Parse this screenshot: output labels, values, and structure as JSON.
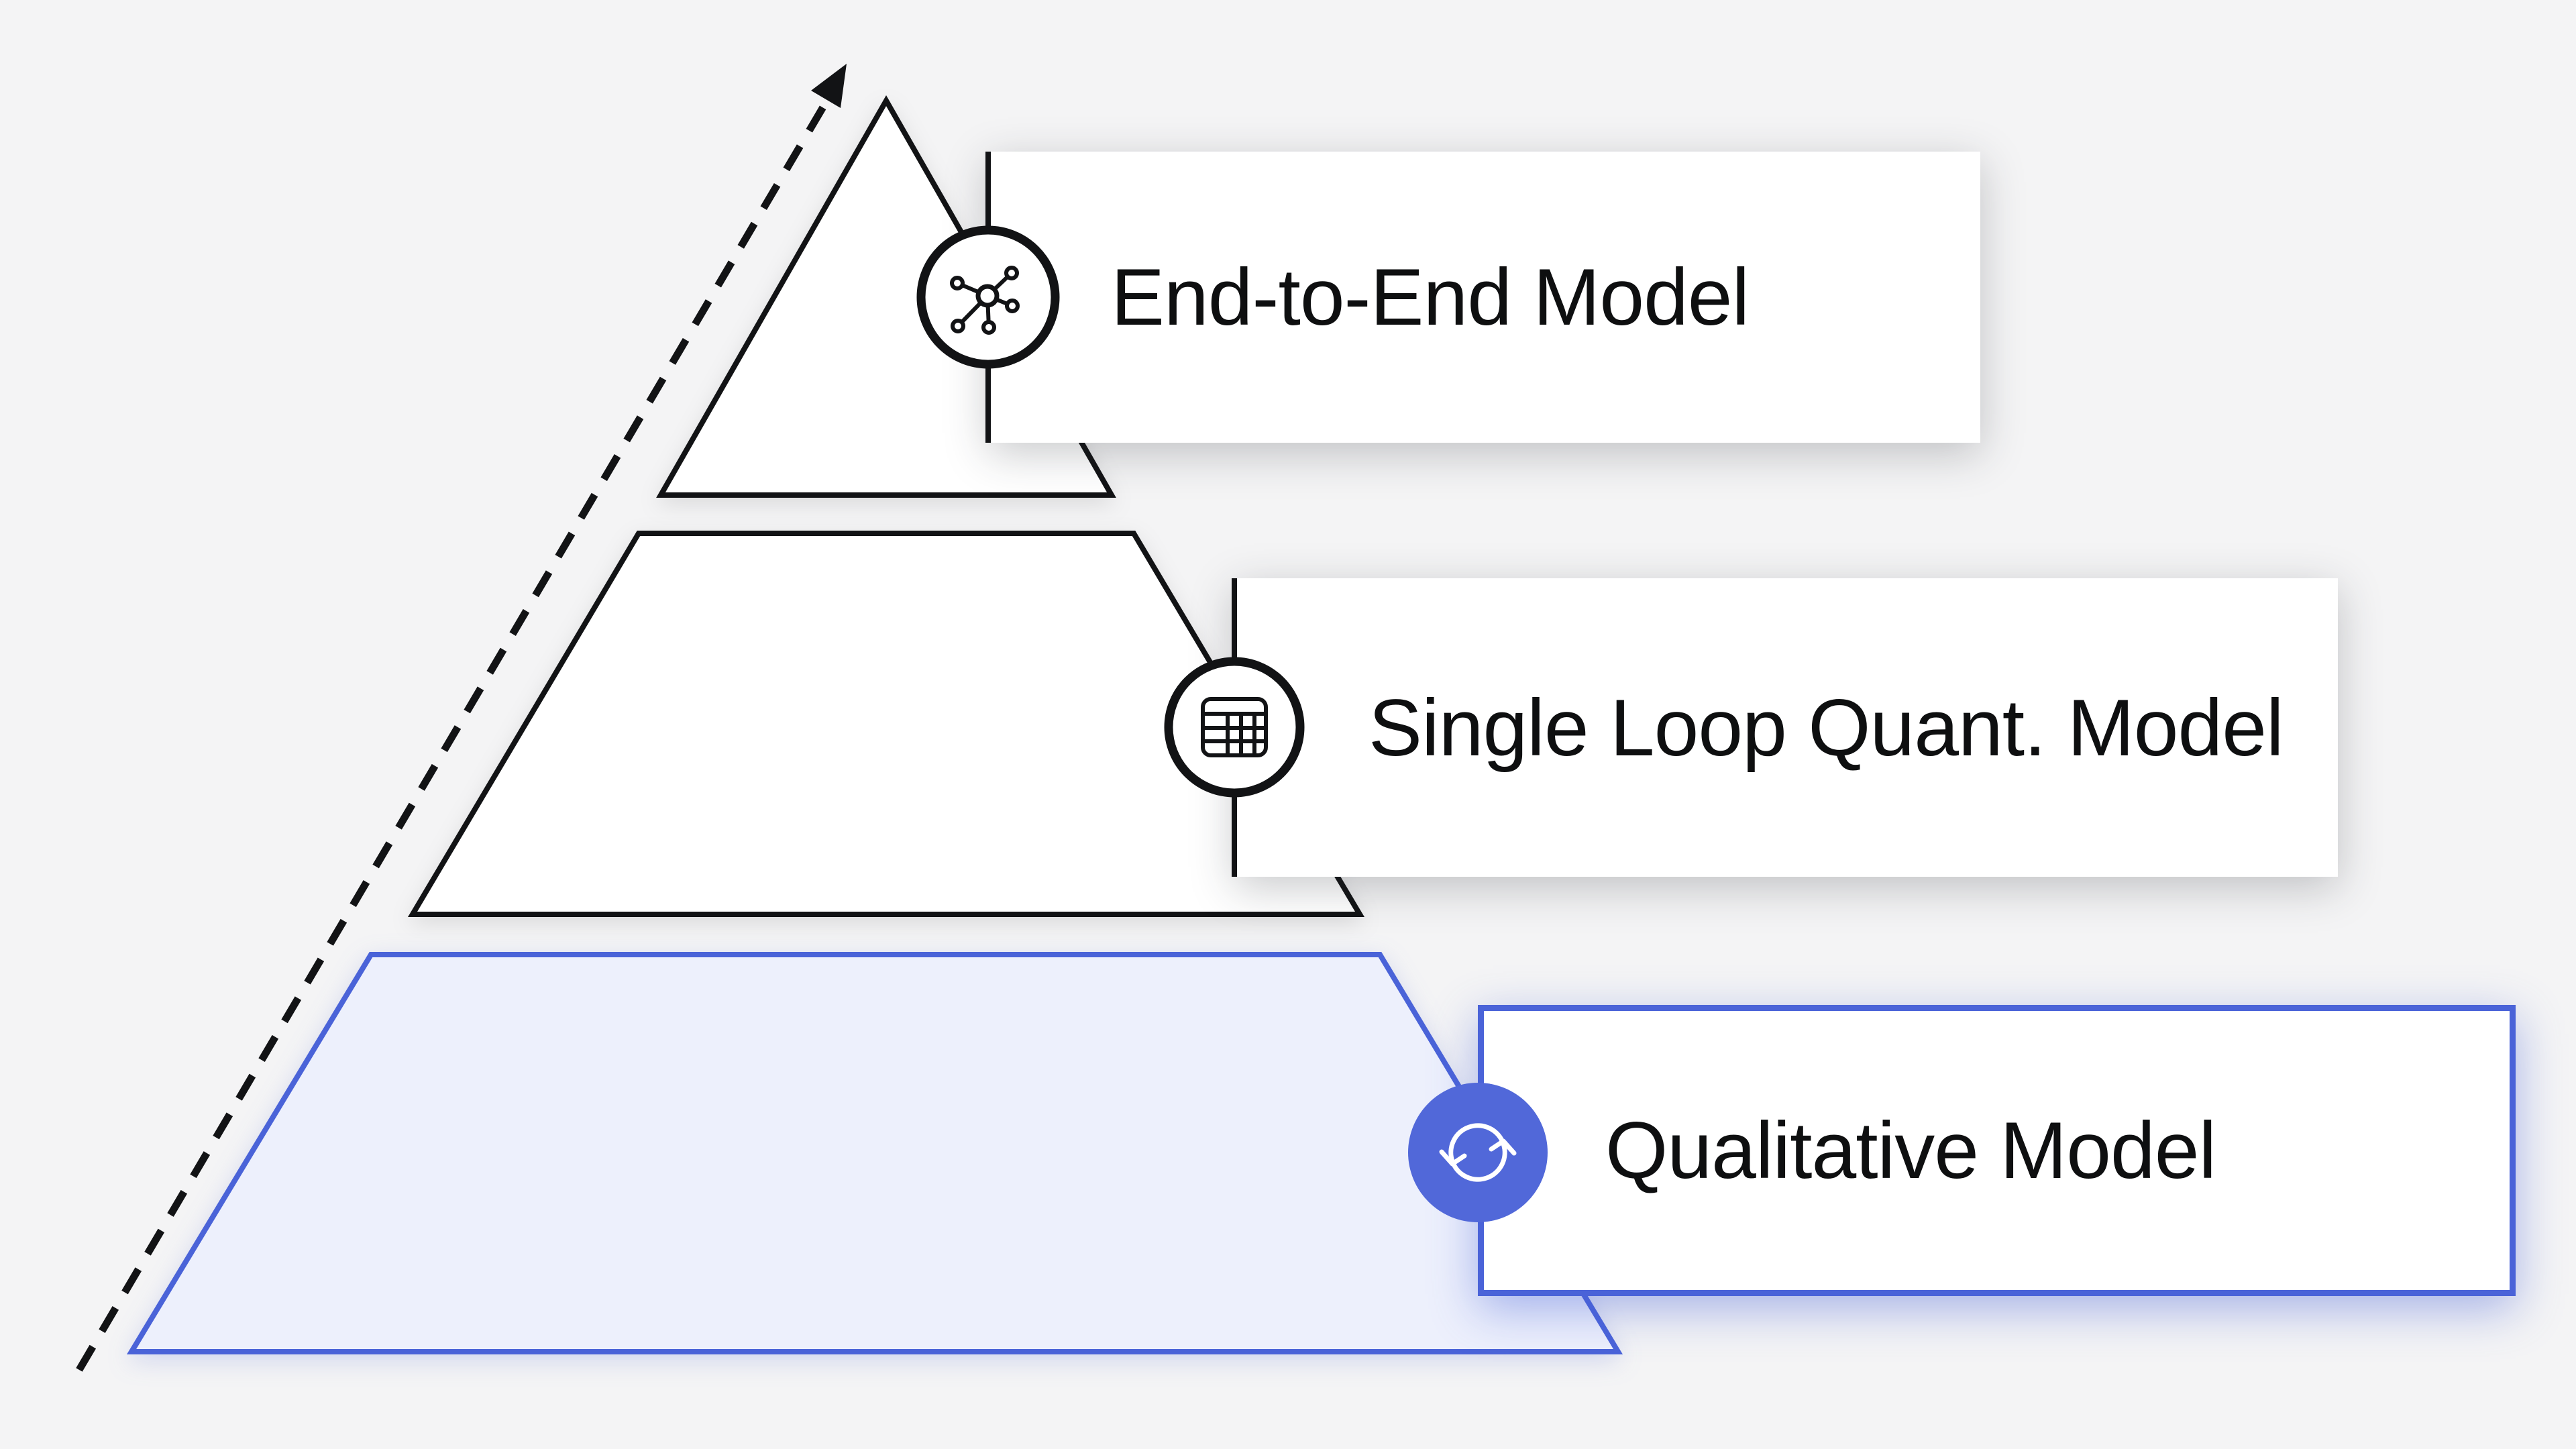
{
  "diagram": {
    "type": "pyramid",
    "description": "Three-tier model maturity pyramid with upward dashed arrow",
    "tiers": [
      {
        "id": "top",
        "label": "End-to-End Model",
        "icon": "network-icon",
        "highlighted": false
      },
      {
        "id": "middle",
        "label": "Single Loop Quant. Model",
        "icon": "table-icon",
        "highlighted": false
      },
      {
        "id": "bottom",
        "label": "Qualitative Model",
        "icon": "sync-icon",
        "highlighted": true
      }
    ],
    "arrow": {
      "style": "dashed",
      "direction": "up"
    }
  },
  "colors": {
    "background": "#f4f4f5",
    "ink": "#121315",
    "accent_blue": "#4a63d8",
    "accent_blue_fill": "#5168d9",
    "highlight_fill": "#edf0fc",
    "card_white": "#ffffff"
  }
}
